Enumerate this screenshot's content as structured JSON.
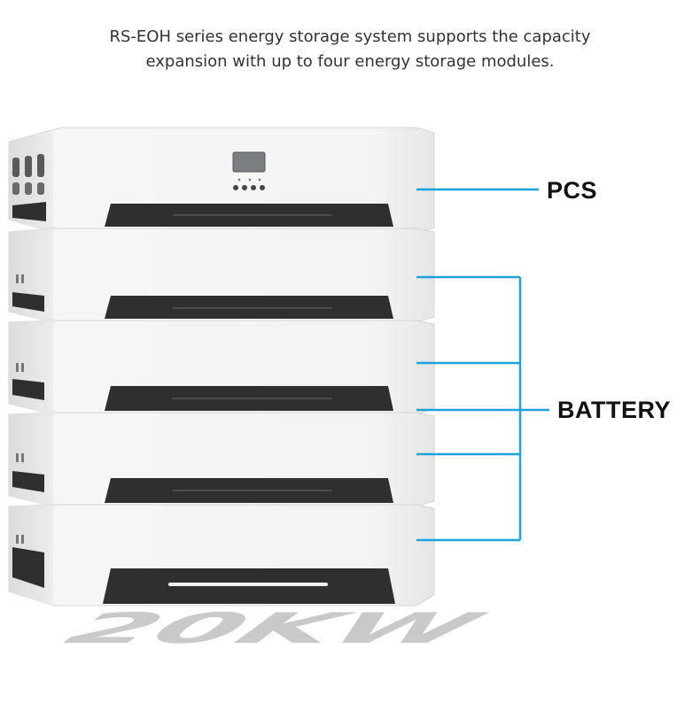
{
  "caption": {
    "line1": "RS-EOH series energy storage system supports the capacity",
    "line2": "expansion with up to four energy storage modules."
  },
  "labels": {
    "pcs": "PCS",
    "battery": "BATTERY"
  },
  "floor_mark": "20KW",
  "colors": {
    "callout_line": "#1aa3dc",
    "module_body": "#f3f3f3",
    "module_handle": "#2f2f2f",
    "floor_text": "#b8b8b8"
  }
}
